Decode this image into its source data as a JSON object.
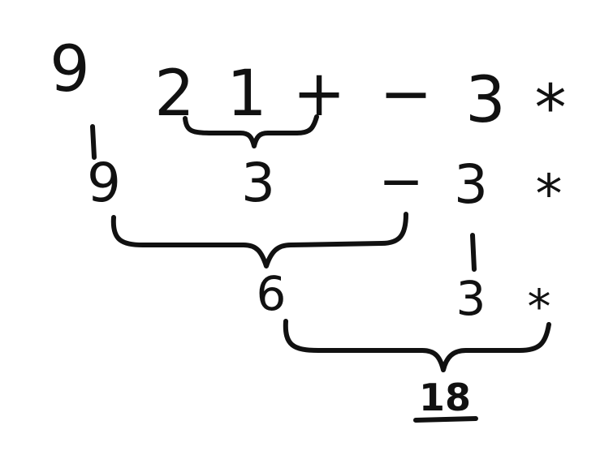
{
  "rows": [
    {
      "tokens": [
        "9",
        "2",
        "1",
        "+",
        "−",
        "3",
        "*"
      ]
    },
    {
      "tokens": [
        "9",
        "3",
        "−",
        "3",
        "*"
      ]
    },
    {
      "tokens": [
        "6",
        "3",
        "*"
      ]
    }
  ],
  "result": "18"
}
